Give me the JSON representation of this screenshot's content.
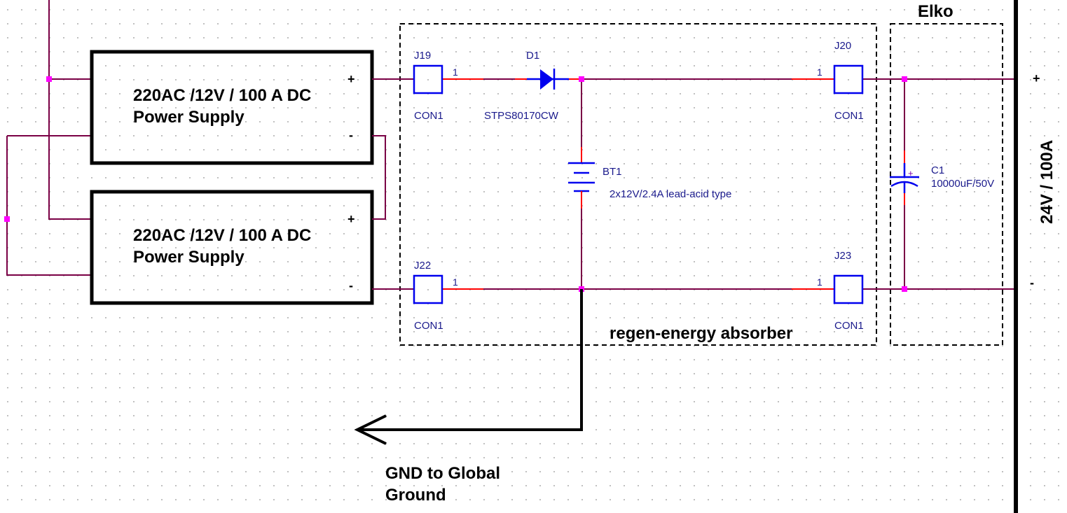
{
  "diagram": {
    "type": "schematic",
    "grid": "dotted",
    "colors": {
      "wire": "#7a0045",
      "pin_wire": "#ff0000",
      "component": "#0000ee",
      "junction": "#ff00ff",
      "block_outline": "#000000",
      "reference_text": "#1a1a8c"
    },
    "power_supplies": [
      {
        "line1": "220AC /12V / 100 A DC",
        "line2": "Power Supply",
        "plus": "+",
        "minus": "-"
      },
      {
        "line1": "220AC /12V / 100 A DC",
        "line2": "Power Supply",
        "plus": "+",
        "minus": "-"
      }
    ],
    "connectors": [
      {
        "ref": "J19",
        "value": "CON1",
        "pin": "1"
      },
      {
        "ref": "J20",
        "value": "CON1",
        "pin": "1"
      },
      {
        "ref": "J22",
        "value": "CON1",
        "pin": "1"
      },
      {
        "ref": "J23",
        "value": "CON1",
        "pin": "1"
      }
    ],
    "diode": {
      "ref": "D1",
      "value": "STPS80170CW"
    },
    "battery": {
      "ref": "BT1",
      "value": "2x12V/2.4A lead-acid type"
    },
    "capacitor": {
      "ref": "C1",
      "value": "10000uF/50V",
      "polarity": "+"
    },
    "groups": {
      "absorber_label": "regen-energy absorber",
      "elko_label": "Elko"
    },
    "output": {
      "label": "24V / 100A",
      "plus": "+",
      "minus": "-"
    },
    "ground": {
      "line1": "GND to Global",
      "line2": "Ground"
    }
  }
}
